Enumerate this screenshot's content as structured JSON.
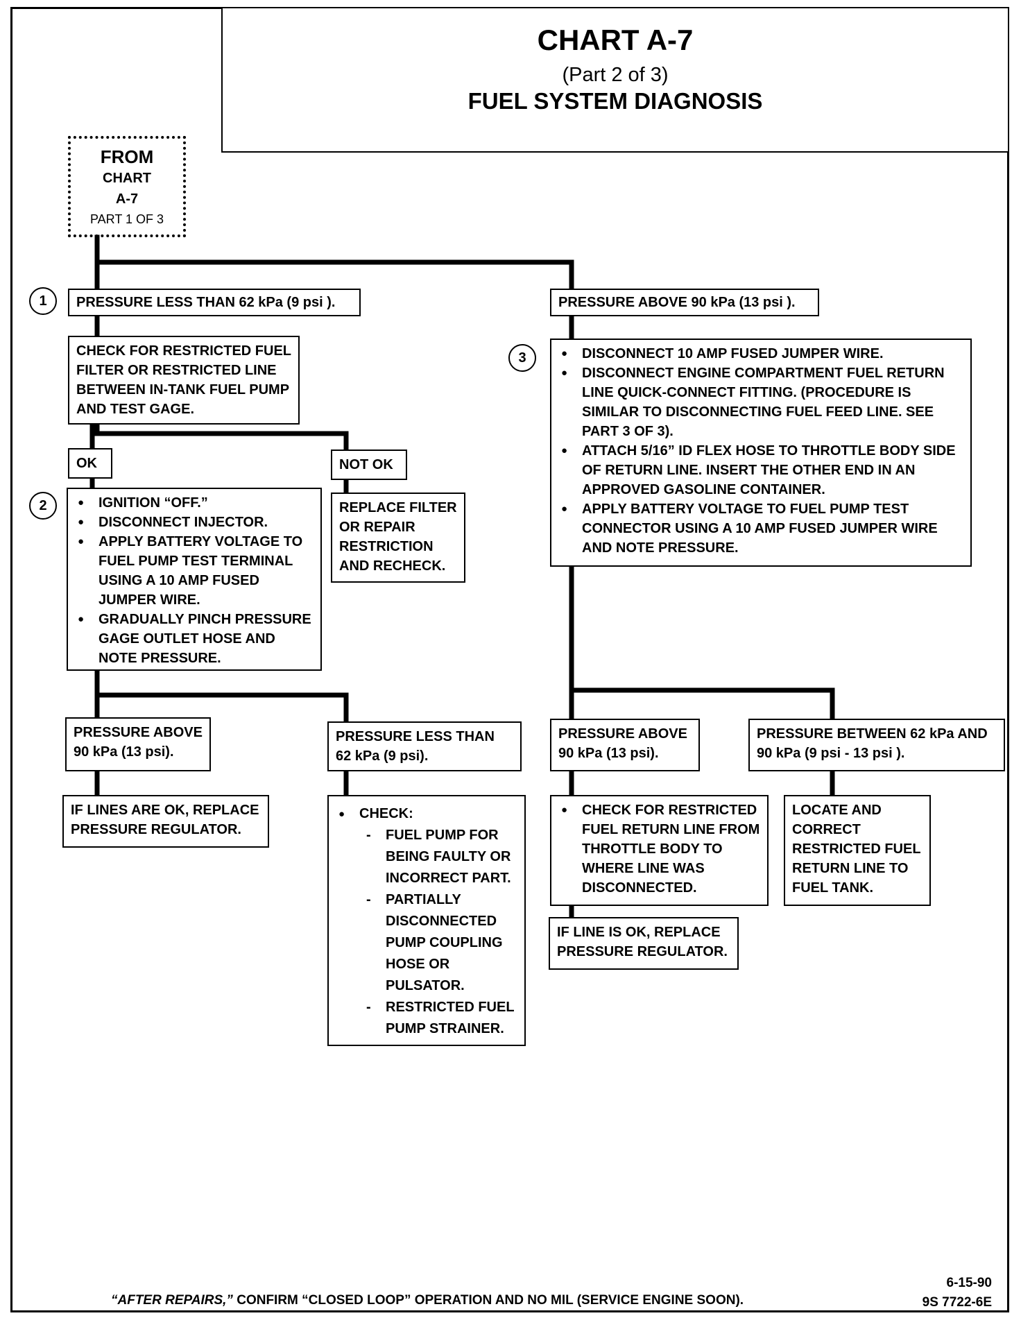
{
  "header": {
    "title": "CHART A-7",
    "part": "(Part  2 of 3)",
    "name": "FUEL SYSTEM DIAGNOSIS"
  },
  "from_box": {
    "line1": "FROM",
    "line2": "CHART",
    "line3": "A-7",
    "line4": "PART  1 OF 3"
  },
  "markers": {
    "m1": "1",
    "m2": "2",
    "m3": "3"
  },
  "left": {
    "pressure_low": "PRESSURE  LESS THAN 62 kPa (9 psi ).",
    "check_restricted": "CHECK FOR  RESTRICTED FUEL FILTER OR RESTRICTED LINE BETWEEN IN-TANK FUEL PUMP AND TEST GAGE.",
    "ok_label": "OK",
    "not_ok_label": "NOT OK",
    "replace_filter": "REPLACE FILTER OR REPAIR RESTRICTION AND RECHECK.",
    "step2": [
      "IGNITION “OFF.”",
      "DISCONNECT INJECTOR.",
      "APPLY BATTERY VOLTAGE TO FUEL PUMP TEST TERMINAL USING A 10 AMP FUSED JUMPER WIRE.",
      "GRADUALLY PINCH PRESSURE GAGE OUTLET HOSE  AND NOTE PRESSURE."
    ],
    "pressure_above": "PRESSURE ABOVE 90 kPa (13 psi).",
    "replace_regulator": "IF LINES ARE OK, REPLACE PRESSURE REGULATOR.",
    "pressure_less": "PRESSURE LESS THAN 62 kPa (9 psi).",
    "check_label": "CHECK:",
    "check_items": [
      "FUEL PUMP FOR BEING FAULTY OR INCORRECT PART.",
      "PARTIALLY DISCONNECTED PUMP COUPLING HOSE OR PULSATOR.",
      "RESTRICTED FUEL PUMP STRAINER."
    ]
  },
  "right": {
    "pressure_above": "PRESSURE ABOVE 90 kPa (13 psi ).",
    "step3": [
      "DISCONNECT 10 AMP FUSED JUMPER WIRE.",
      "DISCONNECT ENGINE COMPARTMENT FUEL RETURN LINE QUICK-CONNECT FITTING. (PROCEDURE IS SIMILAR TO DISCONNECTING FUEL FEED LINE.  SEE PART  3 OF 3).",
      "ATTACH 5/16” ID FLEX HOSE TO THROTTLE BODY SIDE OF RETURN LINE.  INSERT THE OTHER END IN AN APPROVED GASOLINE CONTAINER.",
      "APPLY BATTERY VOLTAGE TO FUEL PUMP TEST CONNECTOR USING A 10 AMP FUSED JUMPER WIRE AND NOTE PRESSURE."
    ],
    "pressure_above_2": "PRESSURE ABOVE 90 kPa (13 psi).",
    "pressure_between": "PRESSURE BETWEEN 62 kPa AND 90 kPa (9 psi  - 13 psi ).",
    "check_return": "CHECK FOR RESTRICTED FUEL RETURN LINE FROM THROTTLE BODY TO WHERE LINE WAS DISCONNECTED.",
    "replace_regulator": "IF LINE IS OK, REPLACE PRESSURE REGULATOR.",
    "locate": "LOCATE AND CORRECT RESTRICTED FUEL RETURN LINE TO FUEL TANK."
  },
  "footer": {
    "note_italic": "“AFTER REPAIRS,”",
    "note_rest": " CONFIRM “CLOSED LOOP” OPERATION AND NO MIL (SERVICE ENGINE SOON).",
    "date": "6-15-90",
    "code": "9S 7722-6E"
  }
}
